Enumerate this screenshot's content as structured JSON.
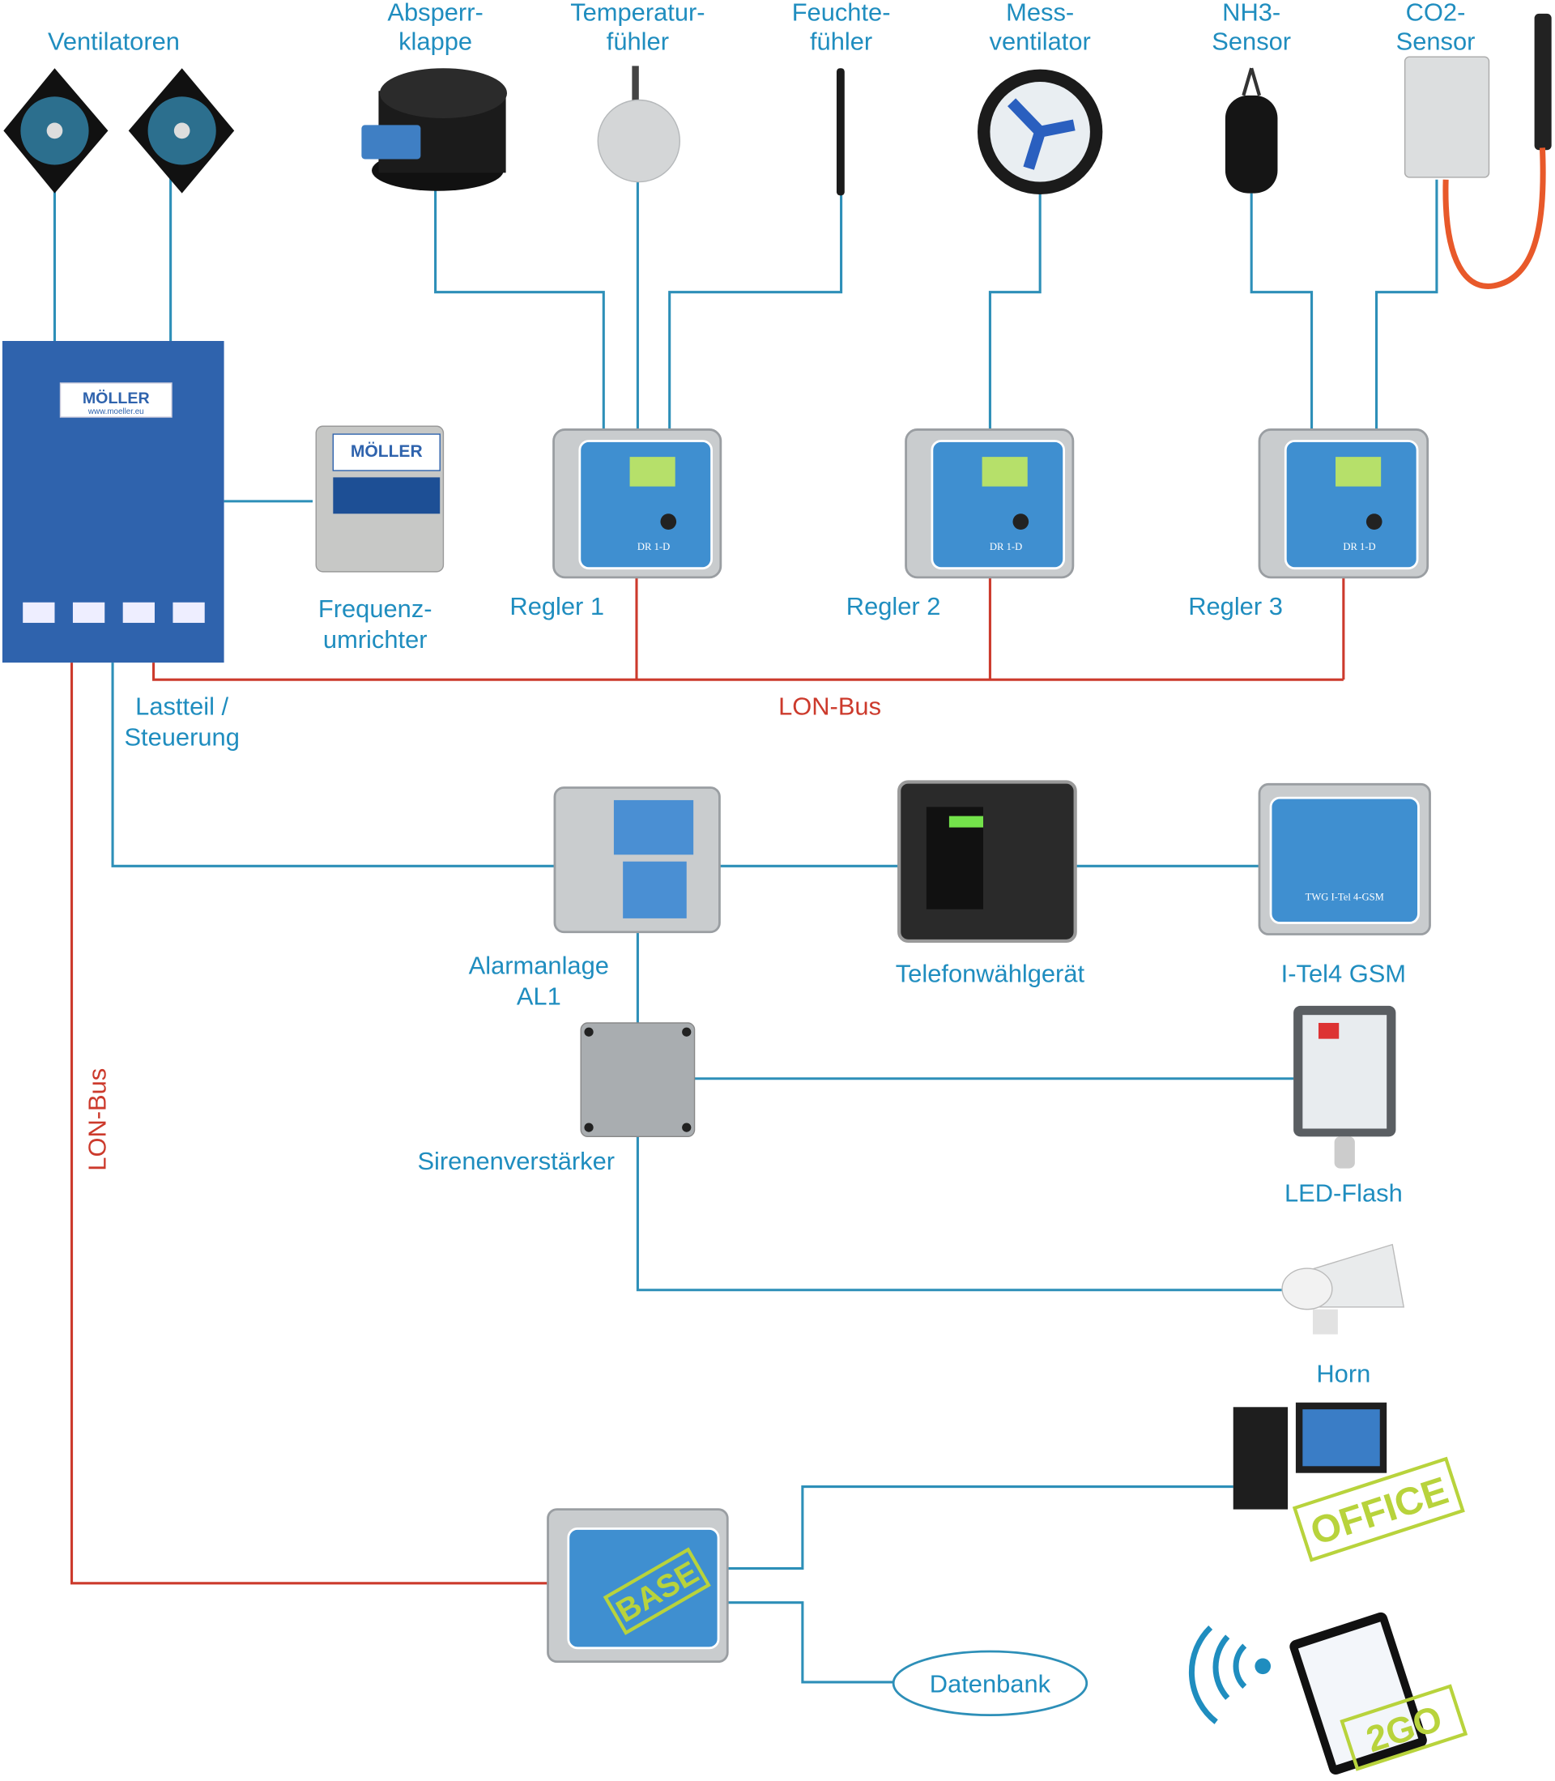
{
  "colors": {
    "line": "#2d8fb8",
    "bus": "#cc3a2c",
    "label": "#1f8dbf",
    "cabinet": "#2f63ad"
  },
  "sensors": [
    {
      "l1": "Absperr-",
      "l2": "klappe"
    },
    {
      "l1": "Temperatur-",
      "l2": "fühler"
    },
    {
      "l1": "Feuchte-",
      "l2": "fühler"
    },
    {
      "l1": "Mess-",
      "l2": "ventilator"
    },
    {
      "l1": "NH3-",
      "l2": "Sensor"
    },
    {
      "l1": "CO2-",
      "l2": "Sensor"
    }
  ],
  "fans_label": "Ventilatoren",
  "cabinet": {
    "brand": "MÖLLER",
    "url": "www.moeller.eu",
    "label1": "Lastteil /",
    "label2": "Steuerung"
  },
  "inverter": {
    "l1": "Frequenz-",
    "l2": "umrichter",
    "brand": "MÖLLER"
  },
  "controllers": [
    {
      "label": "Regler 1",
      "model": "DR 1-D"
    },
    {
      "label": "Regler 2",
      "model": "DR 1-D"
    },
    {
      "label": "Regler 3",
      "model": "DR 1-D"
    }
  ],
  "bus": {
    "label_h": "LON-Bus",
    "label_v": "LON-Bus"
  },
  "alarm": {
    "l1": "Alarmanlage",
    "l2": "AL1"
  },
  "phone": {
    "label": "Telefonwählgerät"
  },
  "gsm": {
    "label": "I-Tel4 GSM",
    "model": "TWG I-Tel 4-GSM"
  },
  "siren": {
    "label": "Sirenenverstärker"
  },
  "flash": {
    "label": "LED-Flash"
  },
  "horn": {
    "label": "Horn"
  },
  "base": {
    "stamp": "BASE"
  },
  "office": {
    "stamp": "OFFICE"
  },
  "database": {
    "label": "Datenbank"
  },
  "mobile": {
    "stamp": "2GO"
  }
}
